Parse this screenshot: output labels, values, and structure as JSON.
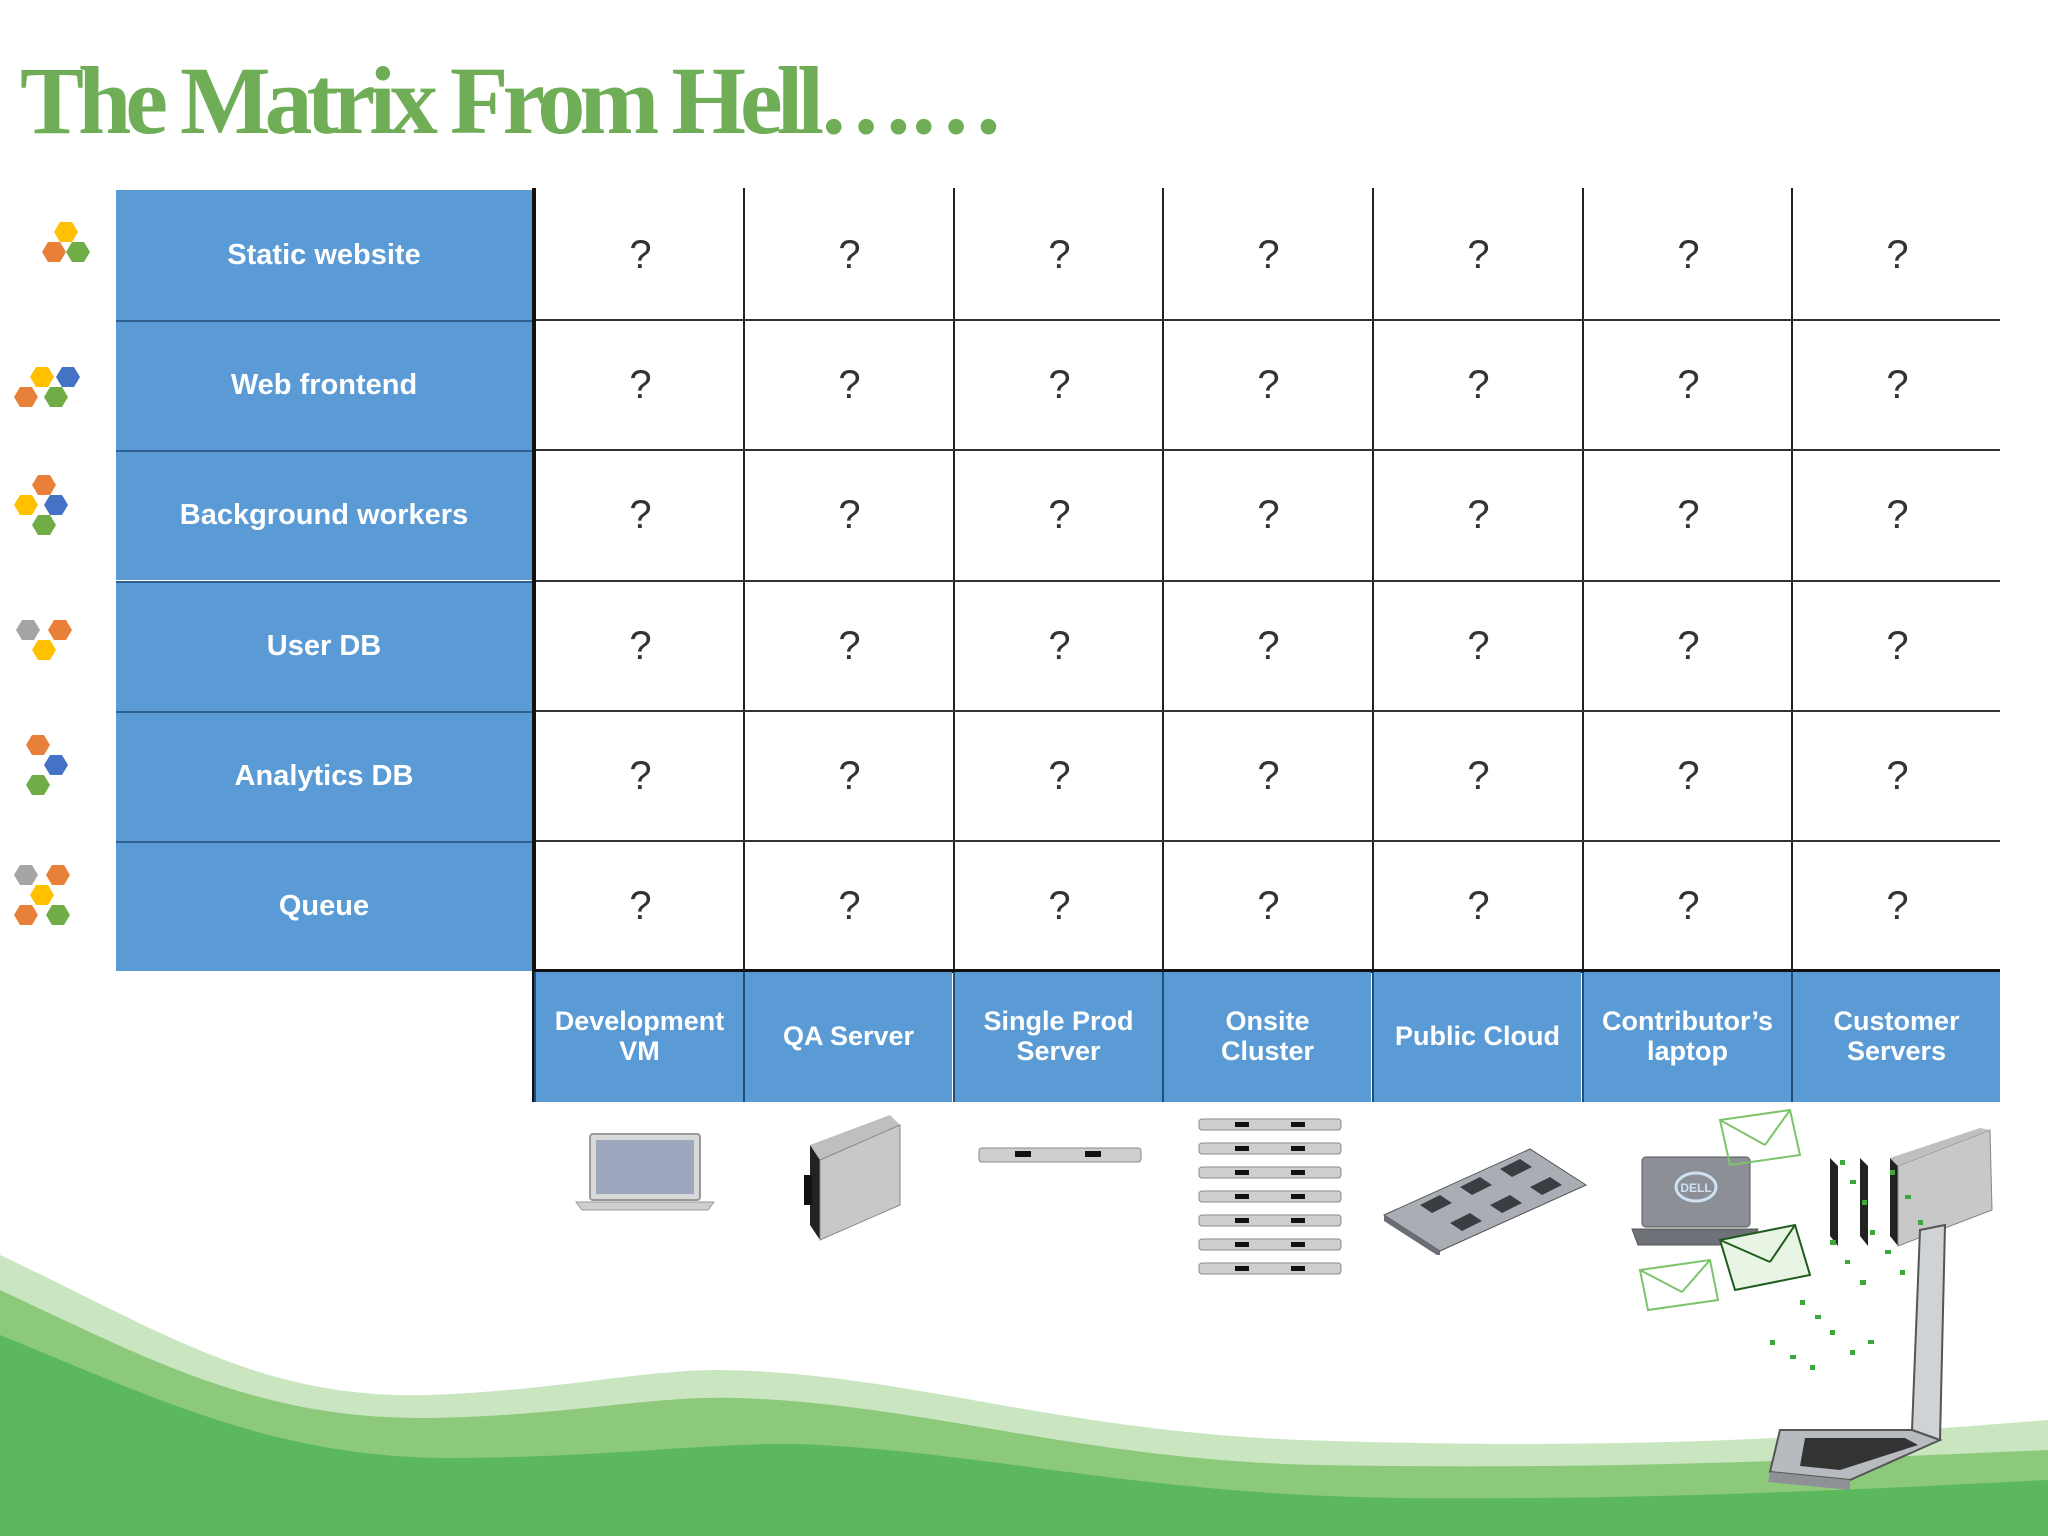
{
  "title": "The Matrix From Hell……",
  "rows": [
    {
      "label": "Static website",
      "icon": "hexagon-cluster-icon"
    },
    {
      "label": "Web frontend",
      "icon": "hexagon-cluster-icon"
    },
    {
      "label": "Background workers",
      "icon": "hexagon-cluster-icon"
    },
    {
      "label": "User DB",
      "icon": "hexagon-cluster-icon"
    },
    {
      "label": "Analytics  DB",
      "icon": "hexagon-cluster-icon"
    },
    {
      "label": "Queue",
      "icon": "hexagon-cluster-icon"
    }
  ],
  "columns": [
    {
      "label": "Development\nVM",
      "icon": "laptop-icon"
    },
    {
      "label": "QA  Server",
      "icon": "blade-server-icon"
    },
    {
      "label": "Single Prod\nServer",
      "icon": "rack-server-icon"
    },
    {
      "label": "Onsite\nCluster",
      "icon": "server-cluster-icon"
    },
    {
      "label": "Public Cloud",
      "icon": "circuit-board-icon"
    },
    {
      "label": "Contributor’s\nlaptop",
      "icon": "dell-laptop-icon"
    },
    {
      "label": "Customer\nServers",
      "icon": "blade-servers-icon"
    }
  ],
  "cell_value": "?",
  "colors": {
    "title_green": "#6fae57",
    "header_blue": "#5b9bd5",
    "wave_green": "#5cb85c",
    "orange": "#e8803a",
    "green": "#70ad47",
    "yellow": "#ffc000",
    "blue": "#4472c4",
    "gray": "#a5a5a5"
  }
}
